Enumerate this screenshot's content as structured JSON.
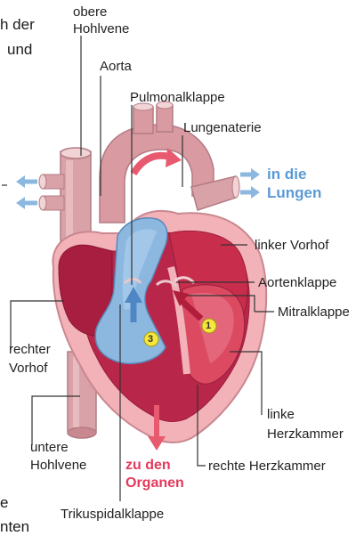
{
  "text_fragments": {
    "top_right_1": "h der",
    "top_right_2": "und",
    "bottom_left_1": "e",
    "bottom_left_2": "nten"
  },
  "labels": {
    "obere_hohlvene_1": "obere",
    "obere_hohlvene_2": "Hohlvene",
    "aorta": "Aorta",
    "pulmonalklappe": "Pulmonalklappe",
    "lungenaterie": "Lungenaterie",
    "in_die_lungen_1": "in die",
    "in_die_lungen_2": "Lungen",
    "linker_vorhof": "linker Vorhof",
    "aortenklappe": "Aortenklappe",
    "mitralklappe": "Mitralklappe",
    "rechter_vorhof_1": "rechter",
    "rechter_vorhof_2": "Vorhof",
    "linke_herzkammer_1": "linke",
    "linke_herzkammer_2": "Herzkammer",
    "untere_hohlvene_1": "untere",
    "untere_hohlvene_2": "Hohlvene",
    "zu_den_organen_1": "zu den",
    "zu_den_organen_2": "Organen",
    "rechte_herzkammer": "rechte Herzkammer",
    "trikuspidalklappe": "Trikuspidalklappe"
  },
  "markers": {
    "marker_1": "1",
    "marker_3": "3"
  },
  "colors": {
    "oxygen_poor_blue": "#8cb8e0",
    "oxygen_rich_red": "#d8354f",
    "heart_wall_pink": "#f2b2b8",
    "vessel_pink": "#e8b8bc",
    "arrow_red": "#e85a70",
    "arrow_blue": "#6aa0d8",
    "marker_yellow": "#f6e83a"
  }
}
